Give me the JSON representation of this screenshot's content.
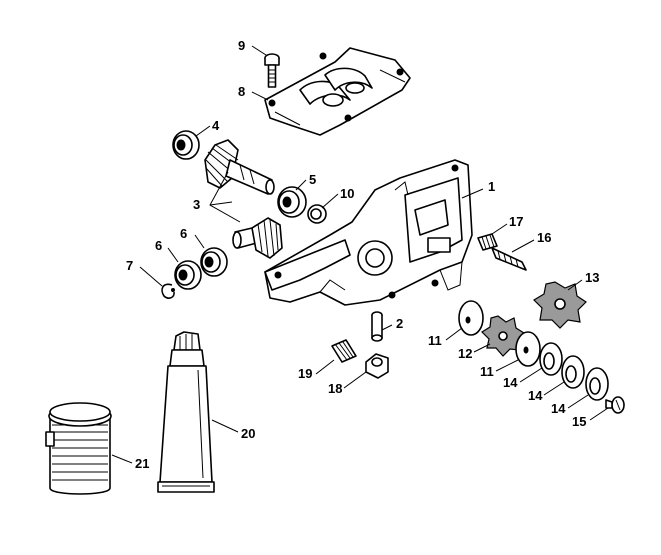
{
  "callouts": {
    "c1": "1",
    "c2": "2",
    "c3": "3",
    "c4": "4",
    "c5": "5",
    "c6a": "6",
    "c6b": "6",
    "c7": "7",
    "c8": "8",
    "c9": "9",
    "c10": "10",
    "c11a": "11",
    "c11b": "11",
    "c12": "12",
    "c13": "13",
    "c14a": "14",
    "c14b": "14",
    "c14c": "14",
    "c15": "15",
    "c16": "16",
    "c17": "17",
    "c18": "18",
    "c19": "19",
    "c20": "20",
    "c21": "21"
  }
}
